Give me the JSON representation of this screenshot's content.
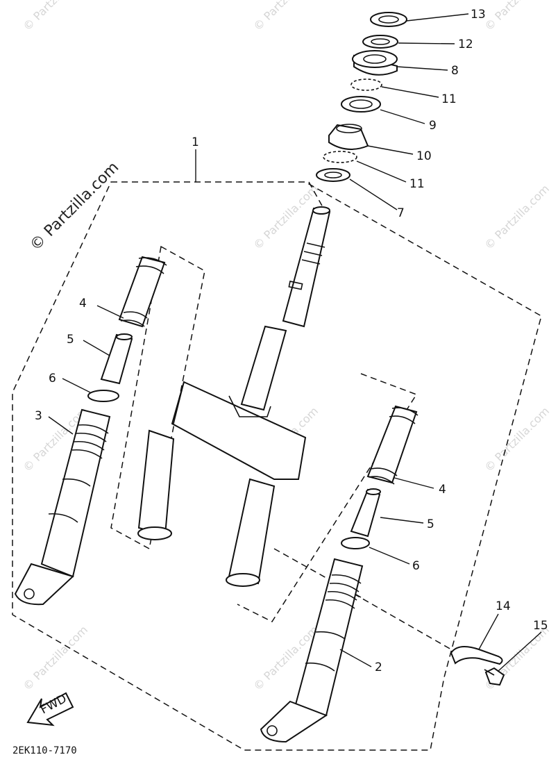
{
  "watermark": {
    "brand": "© Partzilla.com",
    "repeat": "© Partzilla.com"
  },
  "diagram_code": "2EK110-7170",
  "fwd_label": "FWD",
  "callouts": [
    {
      "id": "c13",
      "text": "13"
    },
    {
      "id": "c12",
      "text": "12"
    },
    {
      "id": "c8",
      "text": "8"
    },
    {
      "id": "c11a",
      "text": "11"
    },
    {
      "id": "c9",
      "text": "9"
    },
    {
      "id": "c10",
      "text": "10"
    },
    {
      "id": "c11b",
      "text": "11"
    },
    {
      "id": "c7",
      "text": "7"
    },
    {
      "id": "c1",
      "text": "1"
    },
    {
      "id": "c4a",
      "text": "4"
    },
    {
      "id": "c5a",
      "text": "5"
    },
    {
      "id": "c6a",
      "text": "6"
    },
    {
      "id": "c3",
      "text": "3"
    },
    {
      "id": "c4b",
      "text": "4"
    },
    {
      "id": "c5b",
      "text": "5"
    },
    {
      "id": "c6b",
      "text": "6"
    },
    {
      "id": "c14",
      "text": "14"
    },
    {
      "id": "c15",
      "text": "15"
    },
    {
      "id": "c2",
      "text": "2"
    }
  ]
}
